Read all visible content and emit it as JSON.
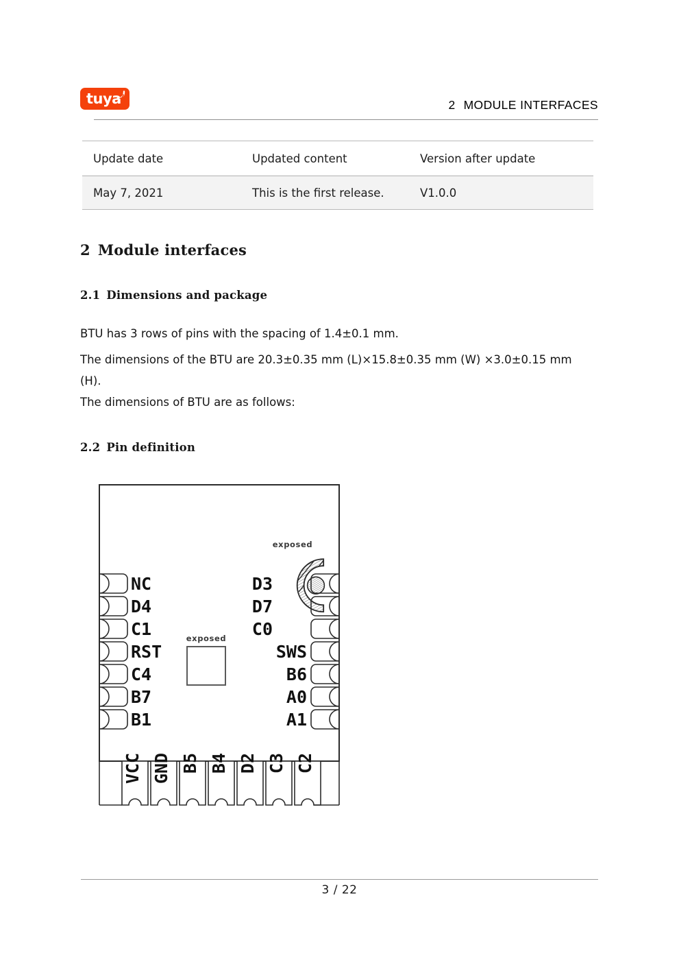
{
  "brand": {
    "logo_text": "tuya",
    "logo_color": "#F4410B",
    "logo_icon": "wifi-arc-icon"
  },
  "header": {
    "section_number": "2",
    "section_title": "MODULE INTERFACES"
  },
  "revision_table": {
    "columns": [
      "Update date",
      "Updated content",
      "Version after update"
    ],
    "rows": [
      [
        "May 7, 2021",
        "This is the first release.",
        "V1.0.0"
      ]
    ]
  },
  "sections": {
    "main": {
      "number": "2",
      "title": "Module interfaces"
    },
    "dimensions": {
      "number": "2.1",
      "title": "Dimensions and package"
    },
    "pin_definition": {
      "number": "2.2",
      "title": "Pin definition"
    }
  },
  "paragraphs": {
    "p1": "BTU has 3 rows of pins with the spacing of 1.4±0.1 mm.",
    "p2": "The dimensions of the BTU are 20.3±0.35 mm (L)×15.8±0.35 mm (W) ×3.0±0.15 mm (H).",
    "p3": "The dimensions of BTU are as follows:"
  },
  "diagram": {
    "label_exposed_pad": "exposed",
    "label_exposed_antenna": "exposed",
    "left_pins": [
      "NC",
      "D4",
      "C1",
      "RST",
      "C4",
      "B7",
      "B1"
    ],
    "right_pins": [
      "D3",
      "D7",
      "C0",
      "SWS",
      "B6",
      "A0",
      "A1"
    ],
    "bottom_pins": [
      "VCC",
      "GND",
      "B5",
      "B4",
      "D2",
      "C3",
      "C2"
    ]
  },
  "footer": {
    "page_indicator": "3 / 22"
  }
}
